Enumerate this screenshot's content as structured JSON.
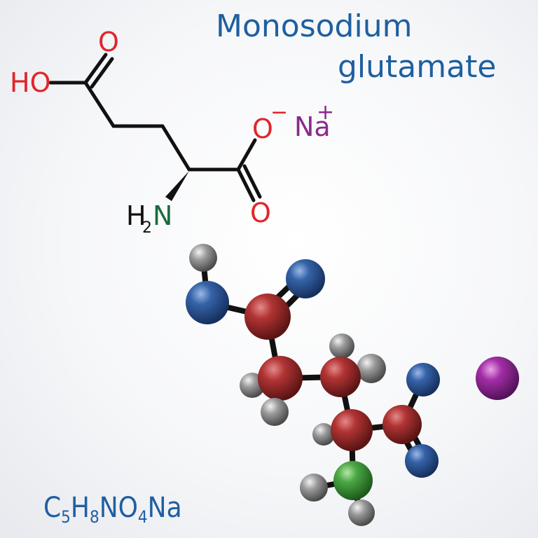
{
  "title": {
    "line1": "Monosodium",
    "line2": "glutamate"
  },
  "formula": [
    {
      "t": "C"
    },
    {
      "sub": "5"
    },
    {
      "t": "H"
    },
    {
      "sub": "8"
    },
    {
      "t": "NO"
    },
    {
      "sub": "4"
    },
    {
      "t": "Na"
    }
  ],
  "structure_labels": {
    "ho": "HO",
    "o_top": "O",
    "o_minus": "O",
    "minus": "−",
    "na": "Na",
    "plus": "+",
    "o_bottom": "O",
    "h2n_h": "H",
    "h2n_sub": "2",
    "h2n_n": "N"
  },
  "colors": {
    "oxygen": "#e0262b",
    "nitrogen": "#1a6b3c",
    "sodium": "#8b2a8b",
    "title": "#1f5fa0",
    "bond": "#111111",
    "atom_carbon": "#9e2a2a",
    "atom_oxygen": "#2c5797",
    "atom_nitrogen": "#3f9a3f",
    "atom_hydrogen": "#8a8a8a",
    "atom_sodium": "#a32ea6"
  }
}
